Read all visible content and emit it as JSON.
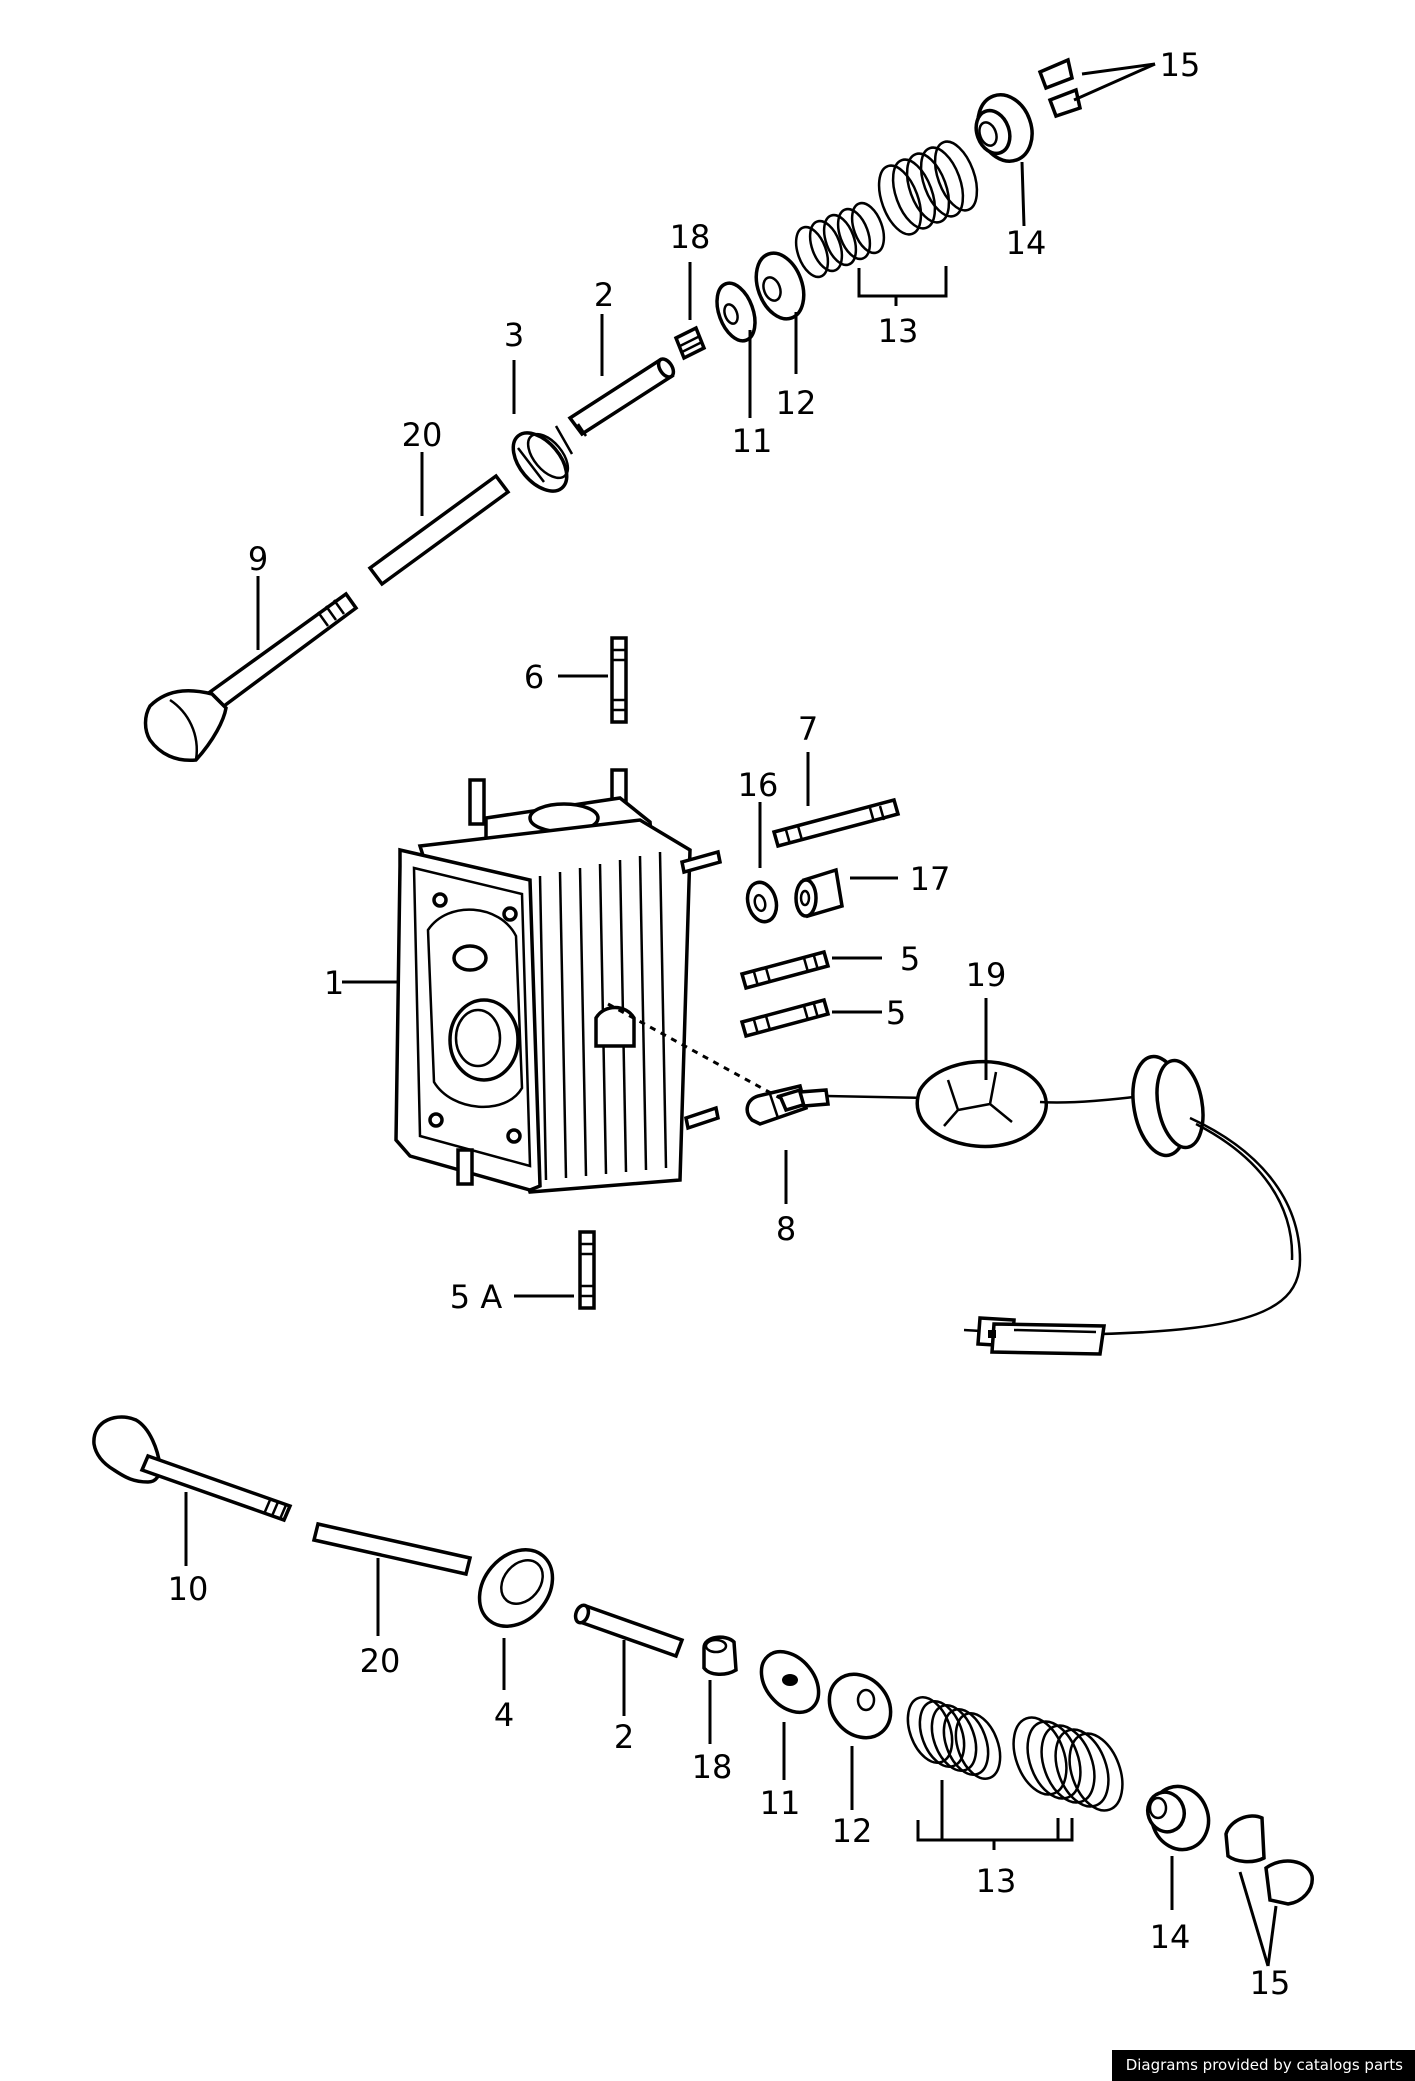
{
  "labels": {
    "top_15": "15",
    "top_14": "14",
    "top_13": "13",
    "top_12": "12",
    "top_11": "11",
    "top_18": "18",
    "top_2": "2",
    "top_3": "3",
    "top_20": "20",
    "top_9": "9",
    "mid_6": "6",
    "mid_7": "7",
    "mid_16": "16",
    "mid_17": "17",
    "mid_1": "1",
    "mid_5a": "5",
    "mid_5b": "5",
    "mid_19": "19",
    "mid_8": "8",
    "mid_5A": "5 A",
    "bot_10": "10",
    "bot_20": "20",
    "bot_4": "4",
    "bot_2": "2",
    "bot_18": "18",
    "bot_11": "11",
    "bot_12": "12",
    "bot_13": "13",
    "bot_14": "14",
    "bot_15": "15"
  },
  "credit": "Diagrams provided by catalogs parts"
}
